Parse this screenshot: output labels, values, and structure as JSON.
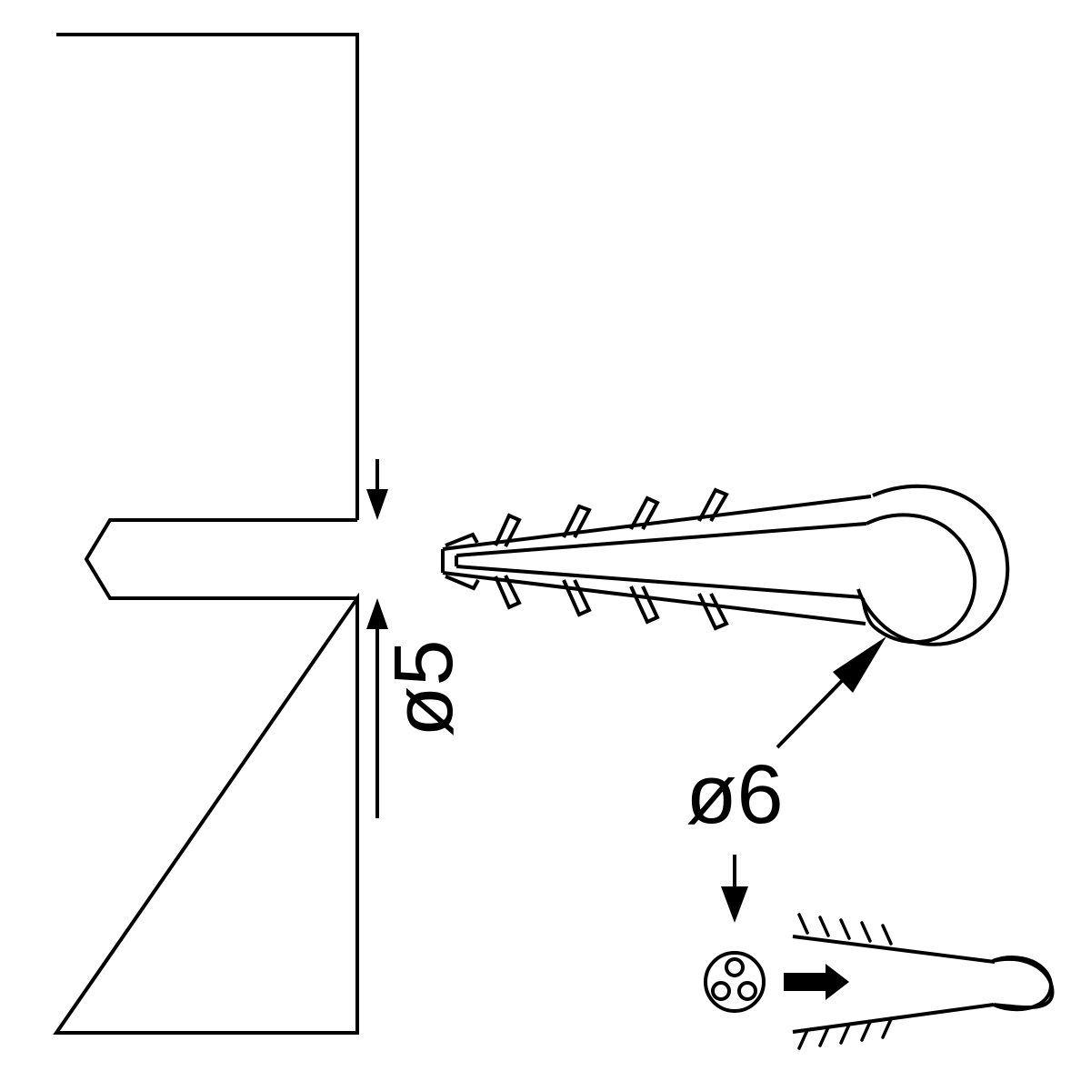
{
  "drawing": {
    "title": "Wall plug installation drawing",
    "background_color": "#ffffff",
    "line_color": "#000000",
    "labels": {
      "hole_diameter": "ø5",
      "plug_diameter": "ø6"
    },
    "parts": {
      "wall_name": "wall-panel",
      "drilled_hole_name": "drilled-hole",
      "plug_name": "wall-plug",
      "drill_bit_name": "drill-bit-cross-section",
      "insertion_arrow_name": "insertion-arrow",
      "plug_small_name": "wall-plug-small"
    }
  }
}
